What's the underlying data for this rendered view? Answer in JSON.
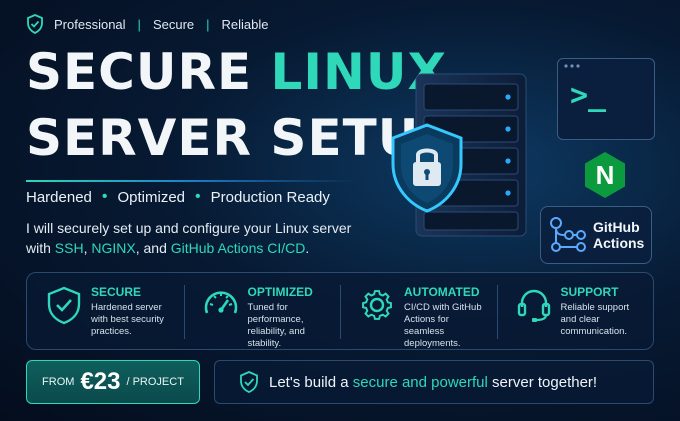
{
  "badge": {
    "item1": "Professional",
    "item2": "Secure",
    "item3": "Reliable",
    "sep": "|"
  },
  "headline": {
    "line1_part1": "SECURE ",
    "line1_part2": "LINUX",
    "line2": "SERVER SETUP"
  },
  "tagline": {
    "item1": "Hardened",
    "item2": "Optimized",
    "item3": "Production Ready",
    "dot": "•"
  },
  "description": {
    "part1": "I will securely set up and configure your Linux server with ",
    "ssh": "SSH",
    "comma": ", ",
    "nginx": "NGINX",
    "and": ", and ",
    "gha": "GitHub Actions CI/CD",
    "end": "."
  },
  "illustration": {
    "terminal_prompt": ">_",
    "nginx_letter": "N",
    "github_label_line1": "GitHub",
    "github_label_line2": "Actions"
  },
  "features": [
    {
      "title": "SECURE",
      "desc": "Hardened server with best security practices.",
      "icon": "shield-check-icon"
    },
    {
      "title": "OPTIMIZED",
      "desc": "Tuned for performance, reliability, and stability.",
      "icon": "speedometer-icon"
    },
    {
      "title": "AUTOMATED",
      "desc": "CI/CD with GitHub Actions for seamless deployments.",
      "icon": "gear-icon"
    },
    {
      "title": "SUPPORT",
      "desc": "Reliable support and clear communication.",
      "icon": "headset-icon"
    }
  ],
  "price": {
    "from": "FROM",
    "amount": "€23",
    "unit": "/ PROJECT"
  },
  "cta": {
    "part1": "Let's build a ",
    "highlight": "secure and powerful",
    "part2": " server together!"
  },
  "colors": {
    "accent": "#2ed8b9",
    "background": "#071a33",
    "panel_border": "#2a4a70",
    "nginx_green": "#0b9a3e"
  }
}
